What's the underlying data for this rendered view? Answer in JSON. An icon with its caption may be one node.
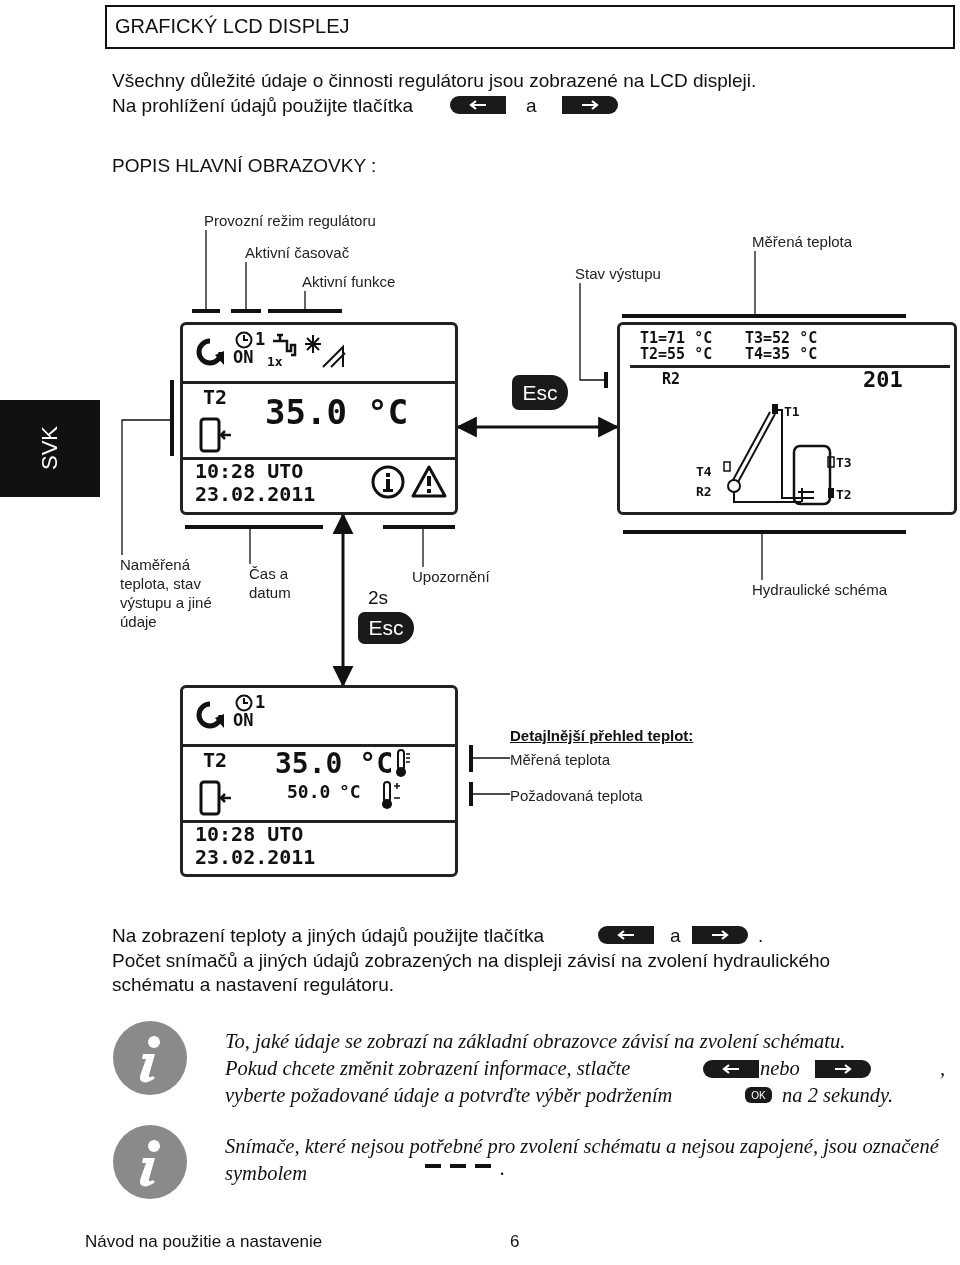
{
  "diagram": {
    "title": "GRAFICKÝ LCD DISPLEJ",
    "nodes": [
      {
        "text": [
          "Provozní režim regulátoru"
        ]
      },
      {
        "text": [
          "Aktivní časovač"
        ]
      },
      {
        "text": [
          "Aktivní funkce"
        ]
      },
      {
        "text": [
          "Stav výstupu"
        ]
      },
      {
        "text": [
          "Měřená teplota"
        ]
      },
      {
        "text": [],
        "shape": "bar"
      },
      {
        "text": [],
        "shape": "bar"
      },
      {
        "text": [],
        "shape": "bar"
      },
      {
        "text": [],
        "shape": "bar"
      },
      {
        "text": [],
        "shape": "bar"
      },
      {
        "text": [
          "1",
          "ON",
          "1x",
          "T2",
          "35.0 °C",
          "10:28 UTO",
          "23.02.2011"
        ]
      },
      {
        "text": [
          "T1=71 °C",
          "T3=52 °C",
          "T2=55 °C",
          "T4=35 °C",
          "R2",
          "201",
          "T1",
          "T3",
          "T4",
          "R2",
          "T2"
        ]
      },
      {
        "text": [],
        "shape": "bar"
      },
      {
        "text": [],
        "shape": "bar"
      },
      {
        "text": [],
        "shape": "bar"
      },
      {
        "text": [],
        "shape": "bar"
      },
      {
        "text": [
          "Naměřená teplota, stav výstupu a jiné údaje"
        ]
      },
      {
        "text": [
          "Čas a datum"
        ]
      },
      {
        "text": [
          "Upozornění"
        ]
      },
      {
        "text": [
          "Hydraulické schéma"
        ]
      },
      {
        "text": [
          "1",
          "ON",
          "T2",
          "35.0 °C",
          "50.0",
          "°C",
          "10:28 UTO",
          "23.02.2011"
        ]
      },
      {
        "text": [],
        "shape": "bar"
      },
      {
        "text": [],
        "shape": "bar"
      },
      {
        "text": [
          "Měřená teplota"
        ]
      },
      {
        "text": [
          "Požadovaná teplota"
        ]
      }
    ],
    "edges": [
      {
        "from": 0,
        "to": 5,
        "arrow": "none"
      },
      {
        "from": 1,
        "to": 6,
        "arrow": "none"
      },
      {
        "from": 2,
        "to": 7,
        "arrow": "none"
      },
      {
        "from": 3,
        "to": 8,
        "arrow": "none"
      },
      {
        "from": 4,
        "to": 9,
        "arrow": "none"
      },
      {
        "from": 10,
        "to": 11,
        "arrow": "both",
        "label": "Esc"
      },
      {
        "from": 16,
        "to": 12,
        "arrow": "none"
      },
      {
        "from": 17,
        "to": 13,
        "arrow": "none"
      },
      {
        "from": 18,
        "to": 14,
        "arrow": "none"
      },
      {
        "from": 19,
        "to": 15,
        "arrow": "none"
      },
      {
        "from": 10,
        "to": 20,
        "arrow": "both",
        "label": "2s"
      },
      {
        "from": 23,
        "to": 21,
        "arrow": "none"
      },
      {
        "from": 24,
        "to": 22,
        "arrow": "none"
      }
    ],
    "labels": [
      "Všechny důležité údaje o činnosti regulátoru jsou zobrazené na LCD displeji.",
      "Na prohlížení údajů použijte tlačítka",
      "a",
      "POPIS HLAVNÍ OBRAZOVKY :",
      "SVK",
      "Esc",
      "Detajlnější přehled teplot:",
      "Na zobrazení teploty a jiných údajů použijte tlačítka",
      "a",
      ".",
      "Počet snímačů a jiných údajů zobrazených na displeji závisí na zvolení hydraulického schématu a nastavení regulátoru.",
      "To, jaké údaje se zobrazí na základní obrazovce závisí na zvolení schématu.",
      "Pokud chcete změnit zobrazení informace, stlačte",
      "nebo",
      ",",
      "vyberte požadované údaje a potvrďte výběr podržením",
      "OK",
      "na 2 sekundy.",
      "Snímače, které nejsou potřebné pro zvolení schématu a nejsou zapojené, jsou označené symbolem",
      ".",
      "Návod na použitie a nastavenie",
      "6"
    ]
  }
}
